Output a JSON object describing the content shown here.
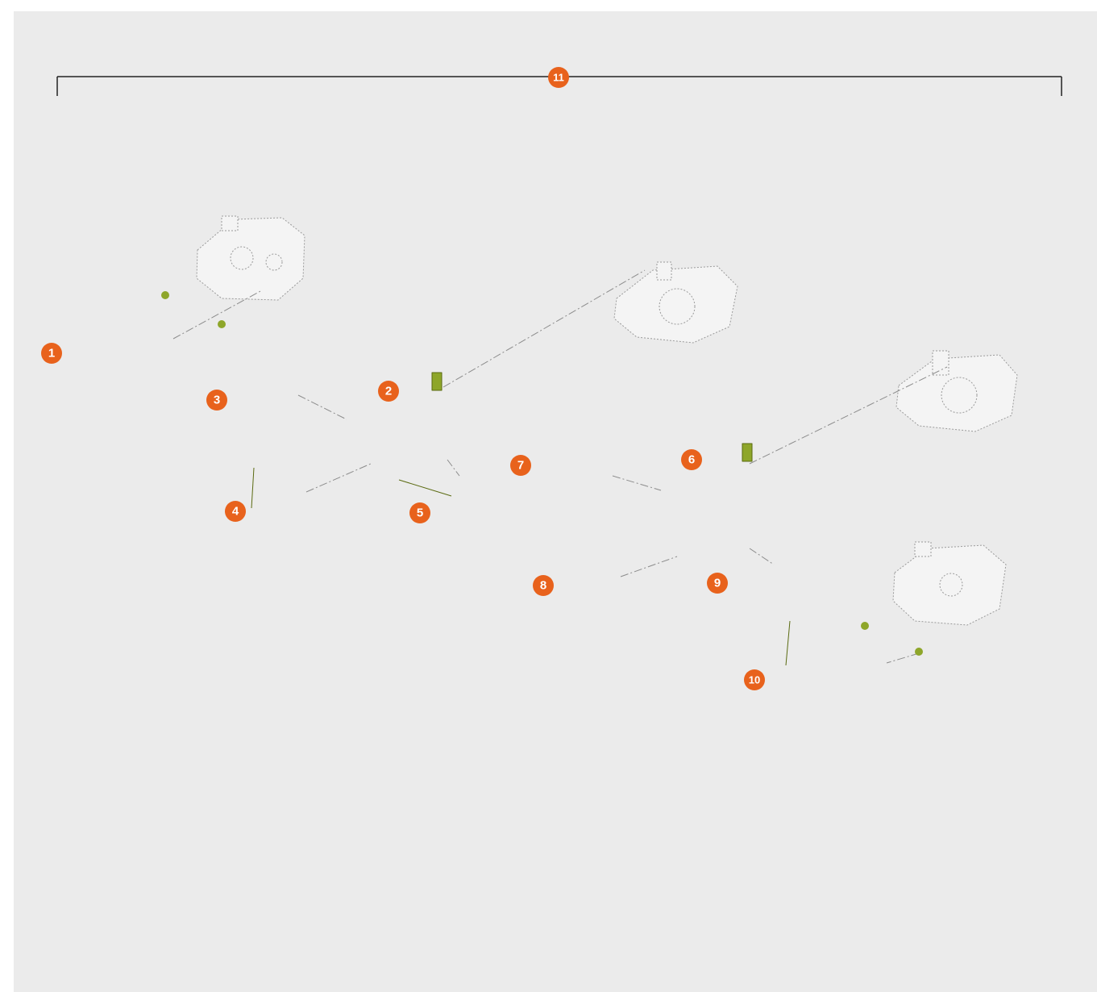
{
  "colors": {
    "background": "#ebebeb",
    "part_fill": "#a9c23a",
    "part_shade": "#7f9620",
    "callout": "#e8621c",
    "callout_text": "#ffffff",
    "bracket": "#222222"
  },
  "callouts": [
    {
      "id": "1",
      "label": "1"
    },
    {
      "id": "2",
      "label": "2"
    },
    {
      "id": "3",
      "label": "3"
    },
    {
      "id": "4",
      "label": "4"
    },
    {
      "id": "5",
      "label": "5"
    },
    {
      "id": "6",
      "label": "6"
    },
    {
      "id": "7",
      "label": "7"
    },
    {
      "id": "8",
      "label": "8"
    },
    {
      "id": "9",
      "label": "9"
    },
    {
      "id": "10",
      "label": "10"
    },
    {
      "id": "11",
      "label": "11"
    }
  ]
}
